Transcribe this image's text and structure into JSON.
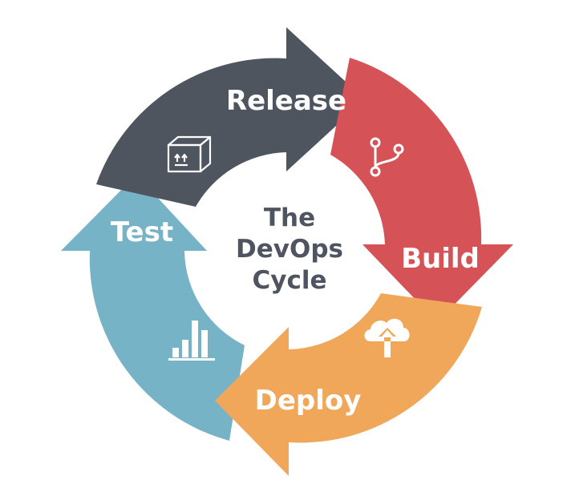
{
  "diagram": {
    "center_lines": [
      "The",
      "DevOps",
      "Cycle"
    ],
    "segments": [
      {
        "key": "release",
        "label": "Release",
        "color": "#4f555f",
        "icon": "package-box-icon"
      },
      {
        "key": "build",
        "label": "Build",
        "color": "#d55256",
        "icon": "git-branch-icon"
      },
      {
        "key": "deploy",
        "label": "Deploy",
        "color": "#f0a75a",
        "icon": "cloud-upload-icon"
      },
      {
        "key": "test",
        "label": "Test",
        "color": "#77b3c6",
        "icon": "bar-chart-icon"
      }
    ]
  }
}
